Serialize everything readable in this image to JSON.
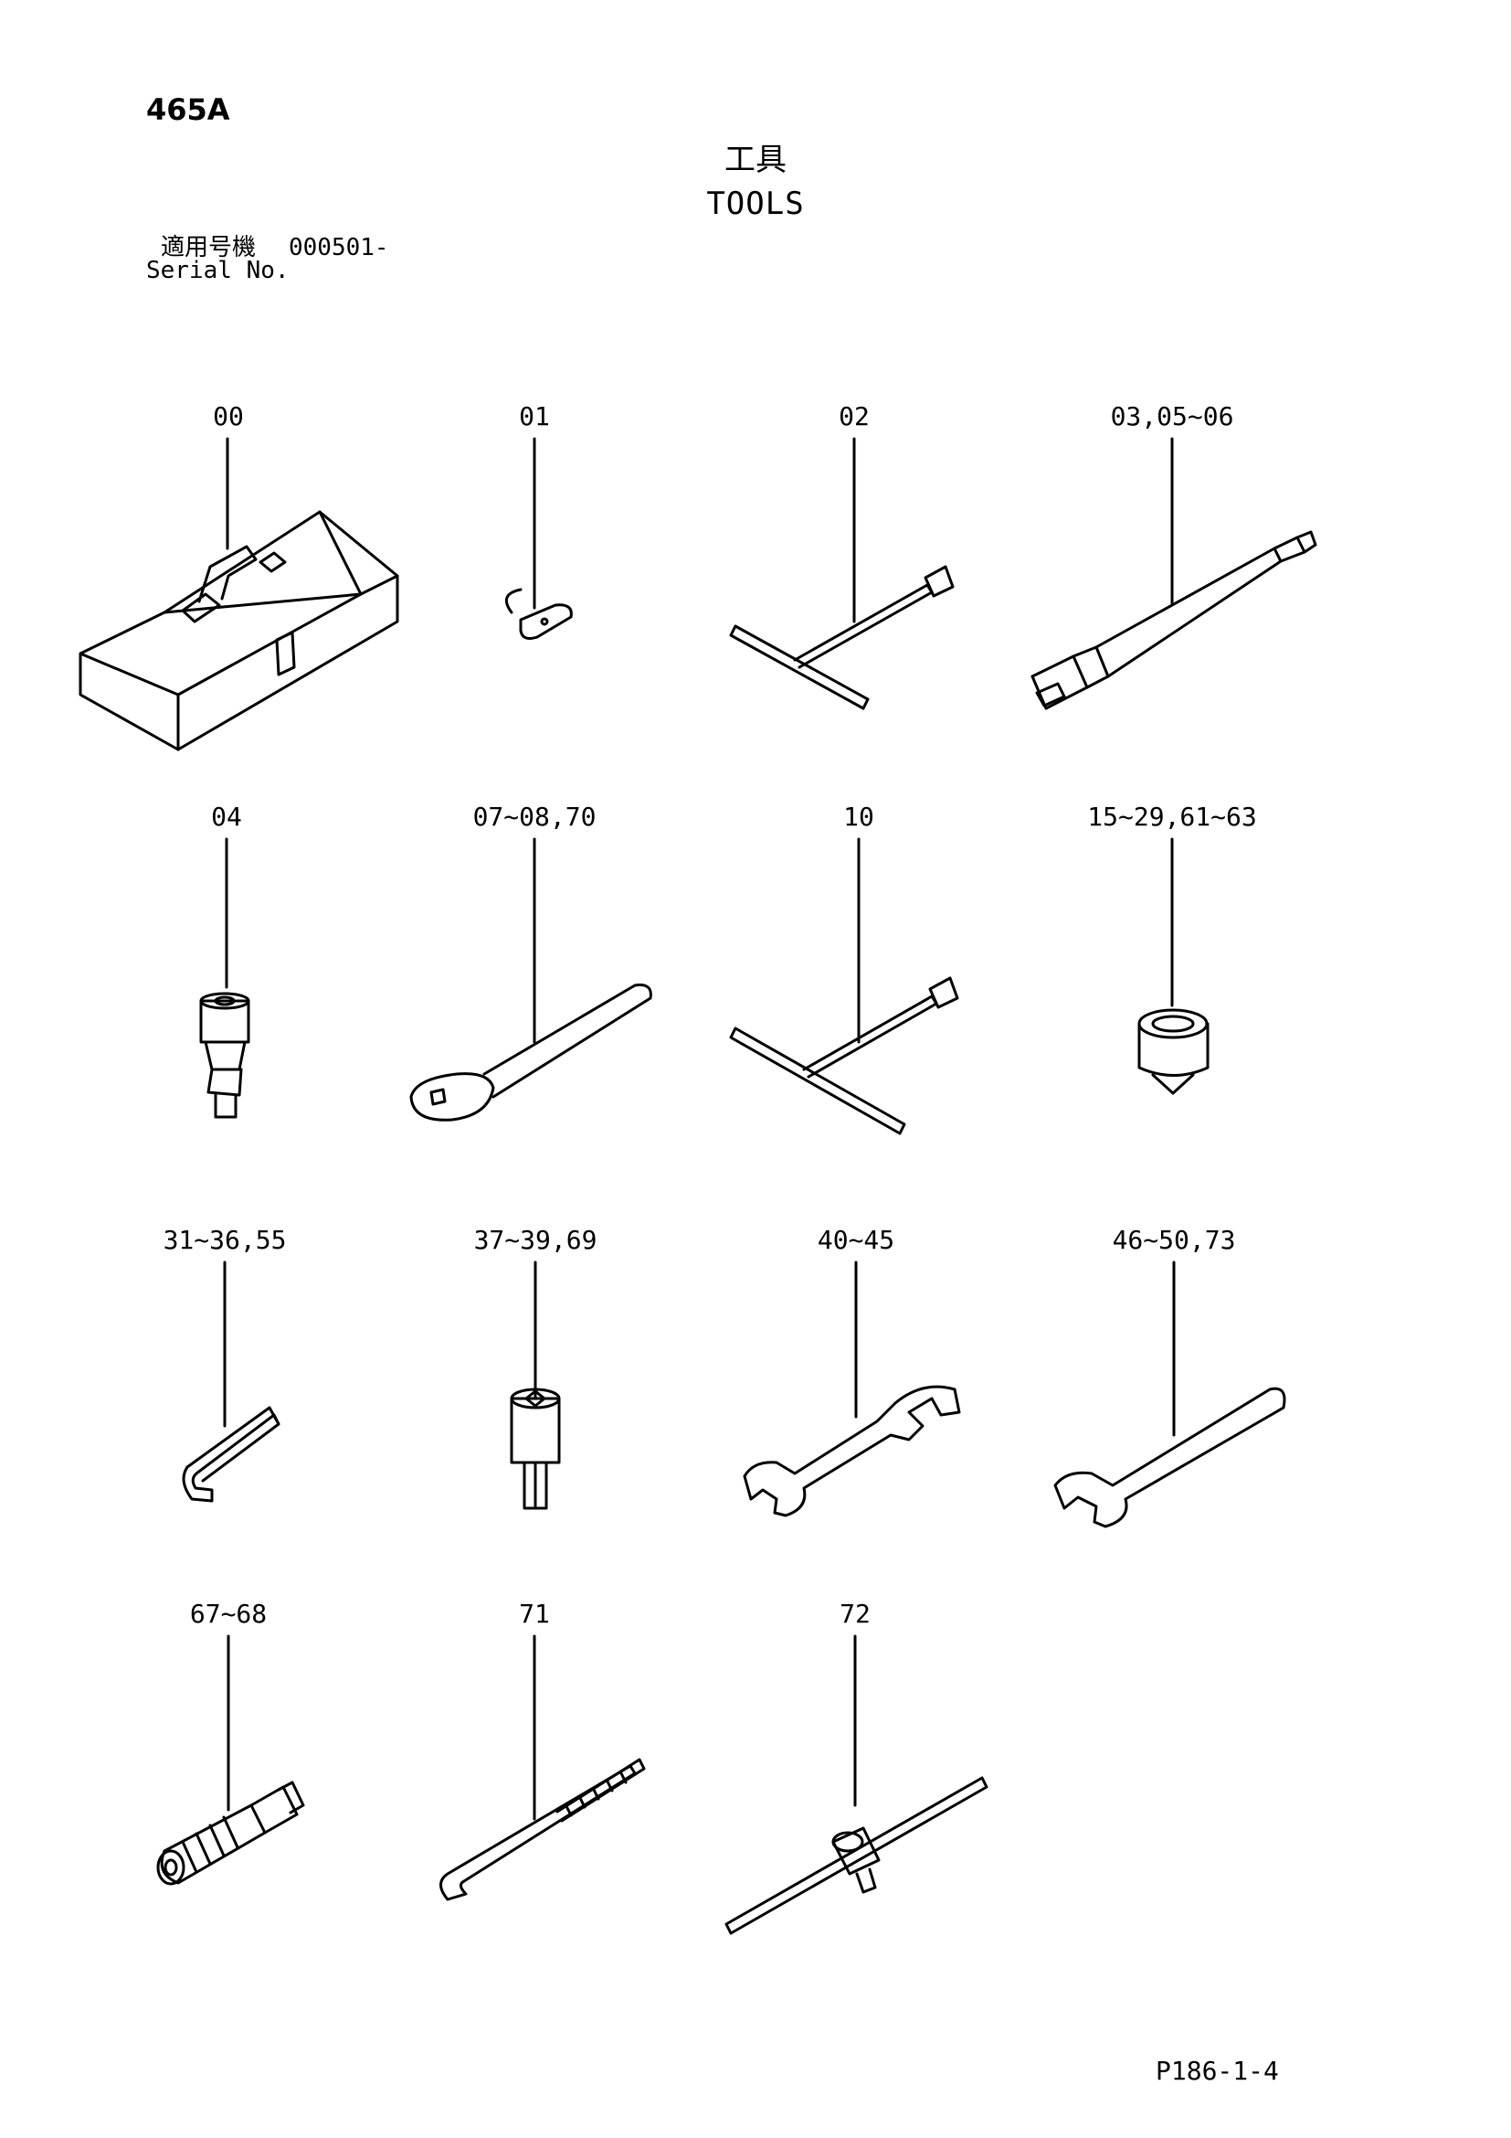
{
  "header": {
    "page_code": "465A",
    "title_jp": "工具",
    "title_en": "TOOLS",
    "serial_label_jp": "適用号機",
    "serial_value": "000501-",
    "serial_label_en": "Serial No."
  },
  "items": [
    {
      "label": "00",
      "icon": "toolbox-icon"
    },
    {
      "label": "01",
      "icon": "clip-icon"
    },
    {
      "label": "02",
      "icon": "t-handle-wrench-icon"
    },
    {
      "label": "03,05~06",
      "icon": "extension-bar-icon"
    },
    {
      "label": "04",
      "icon": "universal-joint-icon"
    },
    {
      "label": "07~08,70",
      "icon": "ratchet-handle-icon"
    },
    {
      "label": "10",
      "icon": "t-handle-wrench-icon"
    },
    {
      "label": "15~29,61~63",
      "icon": "socket-icon"
    },
    {
      "label": "31~36,55",
      "icon": "hex-key-icon"
    },
    {
      "label": "37~39,69",
      "icon": "socket-bit-icon"
    },
    {
      "label": "40~45",
      "icon": "double-open-end-wrench-icon"
    },
    {
      "label": "46~50,73",
      "icon": "single-open-end-wrench-icon"
    },
    {
      "label": "67~68",
      "icon": "adapter-icon"
    },
    {
      "label": "71",
      "icon": "l-handle-rod-icon"
    },
    {
      "label": "72",
      "icon": "sliding-t-bar-icon"
    }
  ],
  "footer": {
    "page_ref": "P186-1-4"
  }
}
